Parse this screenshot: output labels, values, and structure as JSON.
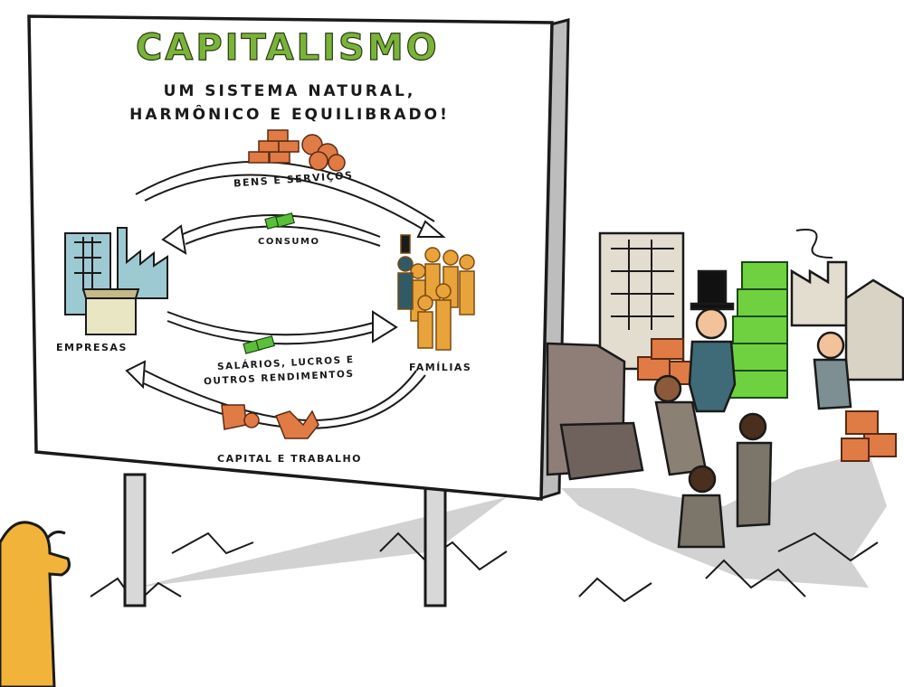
{
  "billboard": {
    "title": "CAPITALISMO",
    "subtitle_line1": "UM SISTEMA NATURAL,",
    "subtitle_line2": "HARMÔNICO E EQUILIBRADO!",
    "diagram": {
      "top_label": "BENS E SERVIÇOS",
      "inner_top_label": "CONSUMO",
      "left_node": "EMPRESAS",
      "right_node": "FAMÍLIAS",
      "inner_bottom_label_line1": "SALÁRIOS, LUCROS E",
      "inner_bottom_label_line2": "OUTROS RENDIMENTOS",
      "bottom_label": "CAPITAL E TRABALHO"
    }
  },
  "colors": {
    "accent_green": "#7ab33a",
    "money_green": "#5bbf3a",
    "brick_orange": "#e07b45",
    "family_yellow": "#e8a33a",
    "shadow_gray": "#cfcfcf"
  }
}
